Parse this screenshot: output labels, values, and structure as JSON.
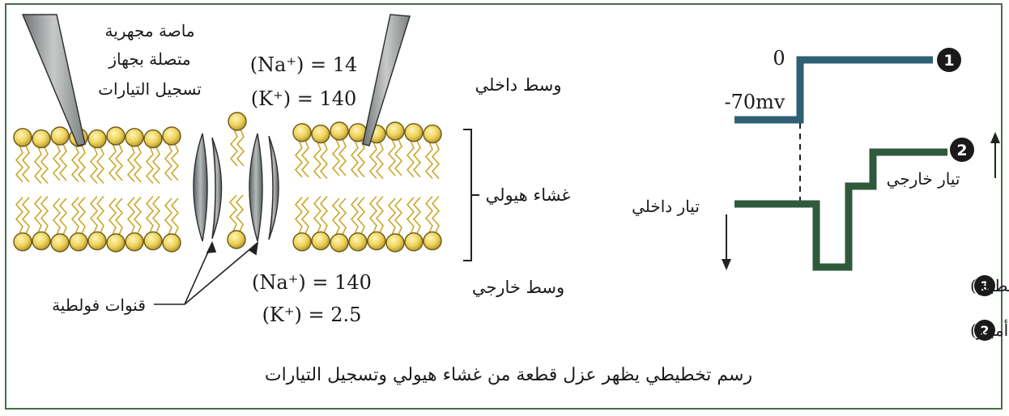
{
  "labels": {
    "pipette_line1": "ماصة مجهرية",
    "pipette_line2": "متصلة بجهاز",
    "pipette_line3": "تسجيل التيارات",
    "inside_medium": "وسط داخلي",
    "membrane": "غشاء هيولي",
    "outside_medium": "وسط خارجي",
    "channels": "قنوات فولطية",
    "na_in": "(Na⁺) = 14",
    "k_in": "(K⁺) = 140",
    "na_out": "(Na⁺) = 140",
    "k_out": "(K⁺) = 2.5",
    "zero": "0",
    "minus70": "-70mv",
    "outward_current": "تيار خارجي",
    "inward_current": "تيار داخلي",
    "marker1": "1",
    "marker2": "2",
    "legend1": "كمون مفروض (مطبق)",
    "legend2": "تسجيل التيارات المخترقة لقطعة الغشاء (بيكو أمبير)",
    "caption": "رسم تخطيطي يظهر عزل قطعة من غشاء هيولي وتسجيل التيارات"
  },
  "colors": {
    "frame": "#4a6a4a",
    "trace1": "#2e5f73",
    "trace2": "#2f5a3c",
    "lipid_head": "#e8d060",
    "channel": "#8a8f90",
    "pipette": "#9a9c9c"
  }
}
